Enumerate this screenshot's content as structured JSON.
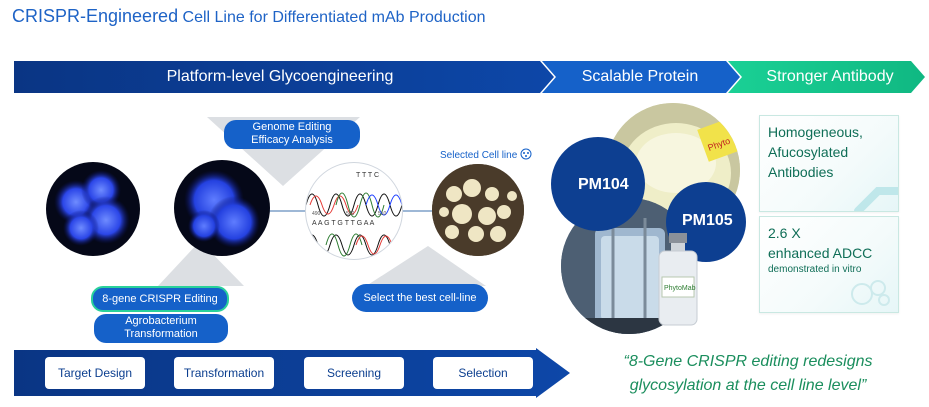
{
  "title": {
    "strong": "CRISPR-Engineered",
    "rest": " Cell Line for Differentiated mAb Production"
  },
  "banner": {
    "platform": "Platform-level Glycoengineering",
    "scalable": "Scalable Protein",
    "stronger": "Stronger Antibody"
  },
  "pills": {
    "genome_editing": [
      "Genome Editing",
      "Efficacy Analysis"
    ],
    "crispr_editing": "8-gene CRISPR Editing",
    "agrobacterium": [
      "Agrobacterium",
      "Transformation"
    ],
    "select_best": "Select the best cell-line"
  },
  "selected_cell_line": "Selected Cell line",
  "steps": [
    "Target Design",
    "Transformation",
    "Screening",
    "Selection"
  ],
  "chromatogram": {
    "top_letters": "T T T C",
    "bottom_letters": "A A G T G T T G A A",
    "tick_labels": [
      "490",
      "500",
      "510"
    ]
  },
  "production": {
    "pm104": "PM104",
    "pm105": "PM105",
    "bottle_label": "PhytoMab",
    "flask_label": "Phyto"
  },
  "cards": {
    "card1": [
      "Homogeneous,",
      "Afucosylated",
      "Antibodies"
    ],
    "card2_main": [
      "2.6 X",
      "enhanced ADCC"
    ],
    "card2_sub": "demonstrated in vitro"
  },
  "quote": [
    "“8-Gene CRISPR editing redesigns",
    "glycosylation at the cell line level”"
  ],
  "colors": {
    "title": "#1e63c6",
    "navy": "#0b3e8f",
    "blue": "#1561c9",
    "green": "#13c08a",
    "card_text": "#0f6e57",
    "quote": "#1b8e5d"
  }
}
